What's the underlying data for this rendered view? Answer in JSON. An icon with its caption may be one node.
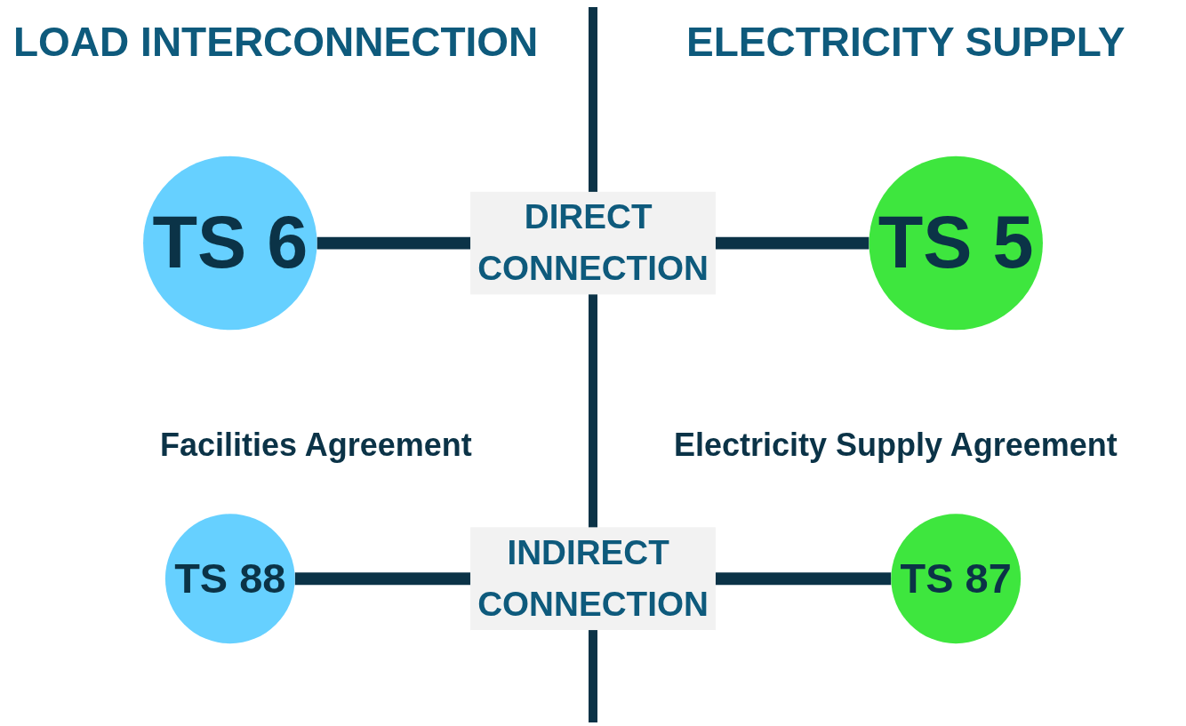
{
  "diagram": {
    "nodes": [
      {
        "text": [
          "TS 6"
        ]
      },
      {
        "text": [
          "TS 5"
        ]
      },
      {
        "text": [
          "TS 88"
        ]
      },
      {
        "text": [
          "TS 87"
        ]
      }
    ],
    "edges": [
      {
        "from": 0,
        "to": 1,
        "arrow": "none",
        "label": "DIRECT CONNECTION"
      },
      {
        "from": 2,
        "to": 3,
        "arrow": "none",
        "label": "INDIRECT CONNECTION"
      }
    ],
    "labels": [
      "LOAD INTERCONNECTION",
      "ELECTRICITY SUPPLY",
      "Facilities Agreement",
      "Electricity Supply Agreement"
    ]
  }
}
